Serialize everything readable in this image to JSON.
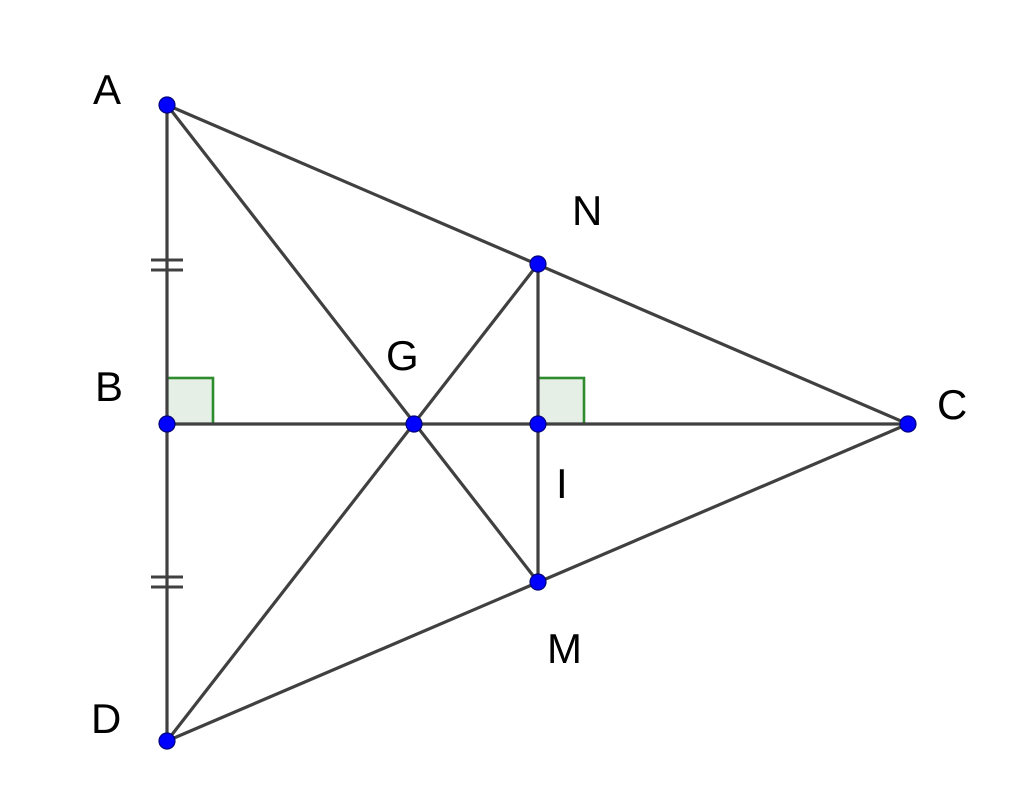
{
  "figure": {
    "colors": {
      "line": "#404040",
      "point": "#0000ff",
      "right_angle_fill": "#e6efe6",
      "right_angle_stroke": "#2e8b2e",
      "label": "#000000"
    },
    "points": [
      {
        "id": "A",
        "label": "A"
      },
      {
        "id": "B",
        "label": "B"
      },
      {
        "id": "C",
        "label": "C"
      },
      {
        "id": "D",
        "label": "D"
      },
      {
        "id": "G",
        "label": "G"
      },
      {
        "id": "N",
        "label": "N"
      },
      {
        "id": "I",
        "label": "I"
      },
      {
        "id": "M",
        "label": "M"
      }
    ],
    "segments": [
      [
        "A",
        "D"
      ],
      [
        "A",
        "C"
      ],
      [
        "D",
        "C"
      ],
      [
        "B",
        "C"
      ],
      [
        "A",
        "M"
      ],
      [
        "D",
        "N"
      ],
      [
        "N",
        "M"
      ]
    ],
    "equal_marks": [
      [
        "A",
        "B"
      ],
      [
        "B",
        "D"
      ]
    ],
    "right_angles": [
      "B",
      "I"
    ]
  }
}
